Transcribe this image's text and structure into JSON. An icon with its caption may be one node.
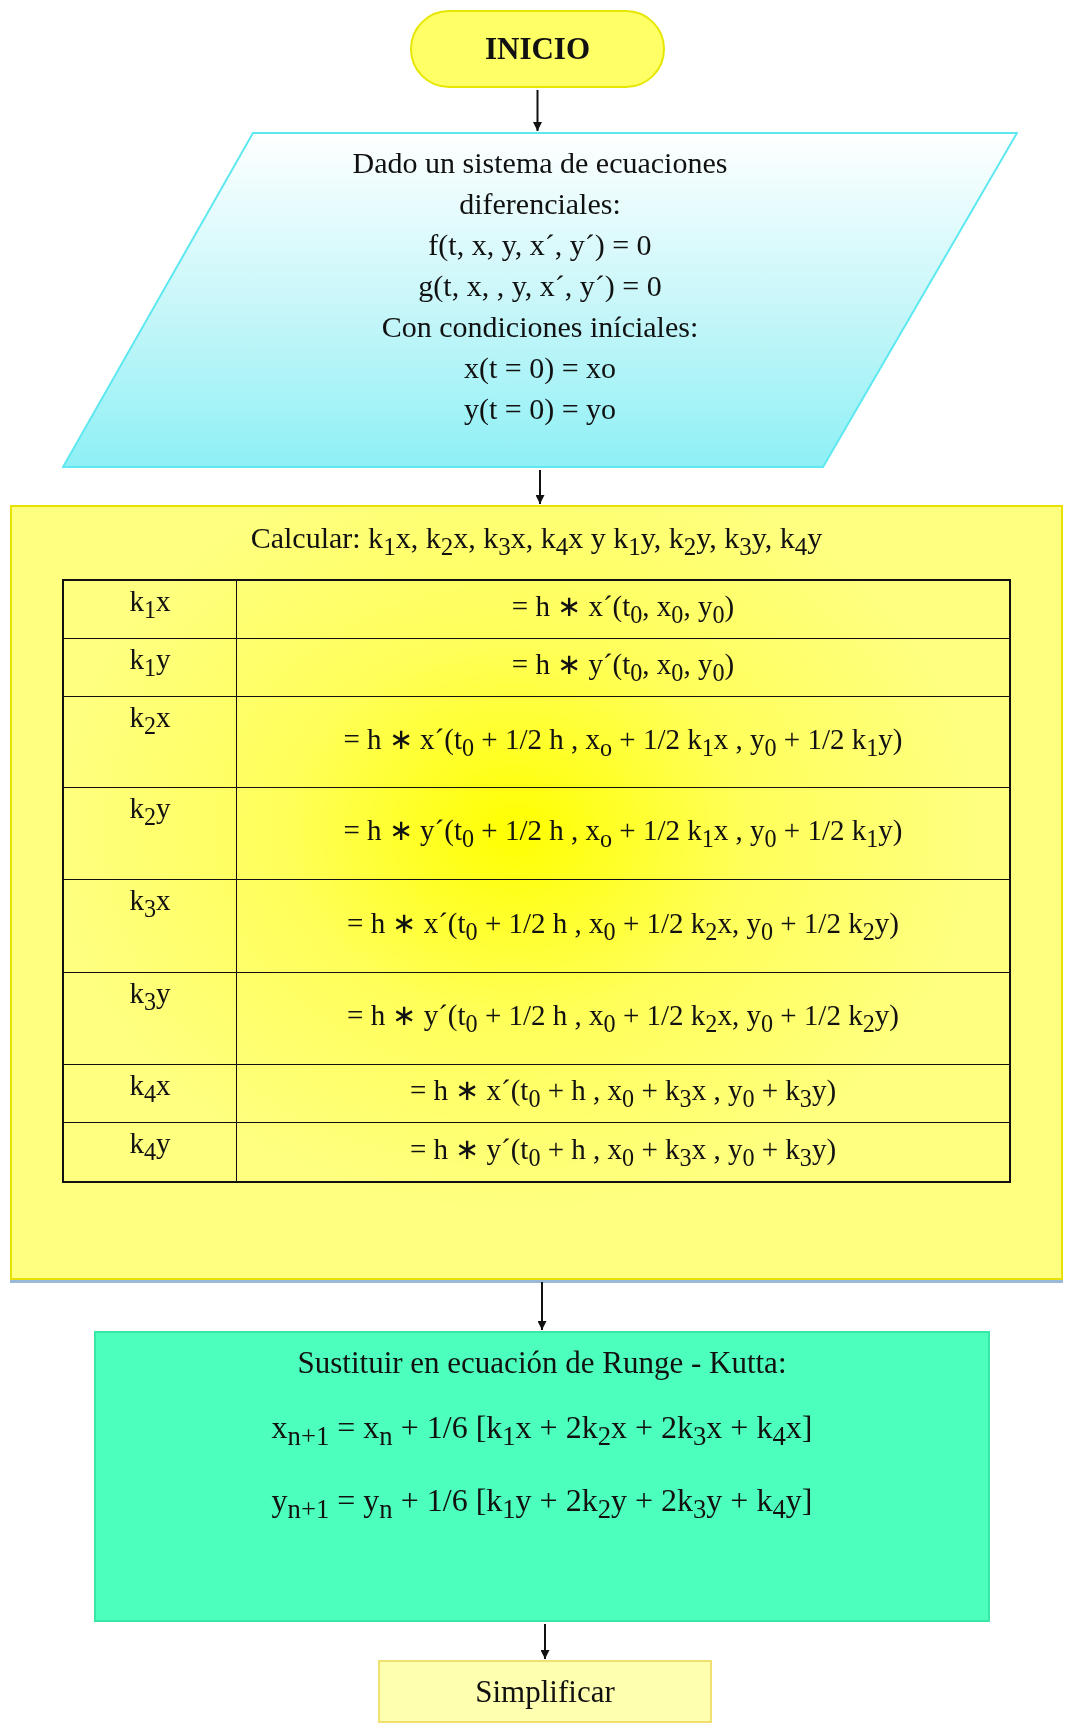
{
  "diagram": {
    "nodes": [
      {
        "text": [
          "INICIO"
        ]
      },
      {
        "text": [
          "Dado un sistema de ecuaciones diferenciales:",
          "f(t, x, y, x´, y´) = 0",
          "g(t, x, , y, x´, y´) = 0",
          "Con condiciones iníciales:",
          "x(t = 0) = xo",
          "y(t = 0) = yo"
        ]
      },
      {
        "text": [
          "Calcular:   k$_{1}$x, k$_{2}$x,  k$_{3}$x,  k$_{4}$x y  k$_{1}$y, k$_{2}$y, k$_{3}$y, k$_{4}$y"
        ]
      },
      {
        "text": [
          "Sustituir en ecuación de Runge - Kutta:",
          "x$_{n+1}$ = x$_{n}$ + 1/6 [k$_{1}$x + 2k$_{2}$x + 2k$_{3}$x + k$_{4}$x]",
          "y$_{n+1}$ = y$_{n}$ + 1/6 [k$_{1}$y + 2k$_{2}$y + 2k$_{3}$y + k$_{4}$y]"
        ]
      },
      {
        "text": [
          "Simplificar"
        ]
      }
    ],
    "edges": [
      {
        "from": 0,
        "to": 1,
        "arrow": "to"
      },
      {
        "from": 1,
        "to": 2,
        "arrow": "to"
      },
      {
        "from": 2,
        "to": 3,
        "arrow": "to"
      },
      {
        "from": 3,
        "to": 4,
        "arrow": "to"
      }
    ],
    "labels": [
      "k$_{1}$x",
      "= h ∗ x´(t$_{0}$, x$_{0}$, y$_{0}$)",
      "k$_{1}$y",
      "= h ∗ y´(t$_{0}$, x$_{0}$, y$_{0}$)",
      "k$_{2}$x",
      "= h ∗ x´(t$_{0}$ + 1/2 h , x$_{o}$ + 1/2 k$_{1}$x , y$_{0}$ + 1/2 k$_{1}$y)",
      "k$_{2}$y",
      "= h ∗ y´(t$_{0}$ + 1/2 h , x$_{o}$ + 1/2 k$_{1}$x , y$_{0}$ + 1/2 k$_{1}$y)",
      "k$_{3}$x",
      "= h ∗ x´(t$_{0}$ + 1/2 h , x$_{0}$ + 1/2 k$_{2}$x, y$_{0}$ + 1/2 k$_{2}$y)",
      "k$_{3}$y",
      "= h ∗ y´(t$_{0}$ + 1/2 h , x$_{0}$ + 1/2 k$_{2}$x, y$_{0}$ + 1/2 k$_{2}$y)",
      "k$_{4}$x",
      "= h ∗ x´(t$_{0}$ + h , x$_{0}$ + k$_{3}$x , y$_{0}$ + k$_{3}$y)",
      "k$_{4}$y",
      "= h ∗ y´(t$_{0}$ + h , x$_{0}$ + k$_{3}$x , y$_{0}$ + k$_{3}$y)"
    ]
  }
}
